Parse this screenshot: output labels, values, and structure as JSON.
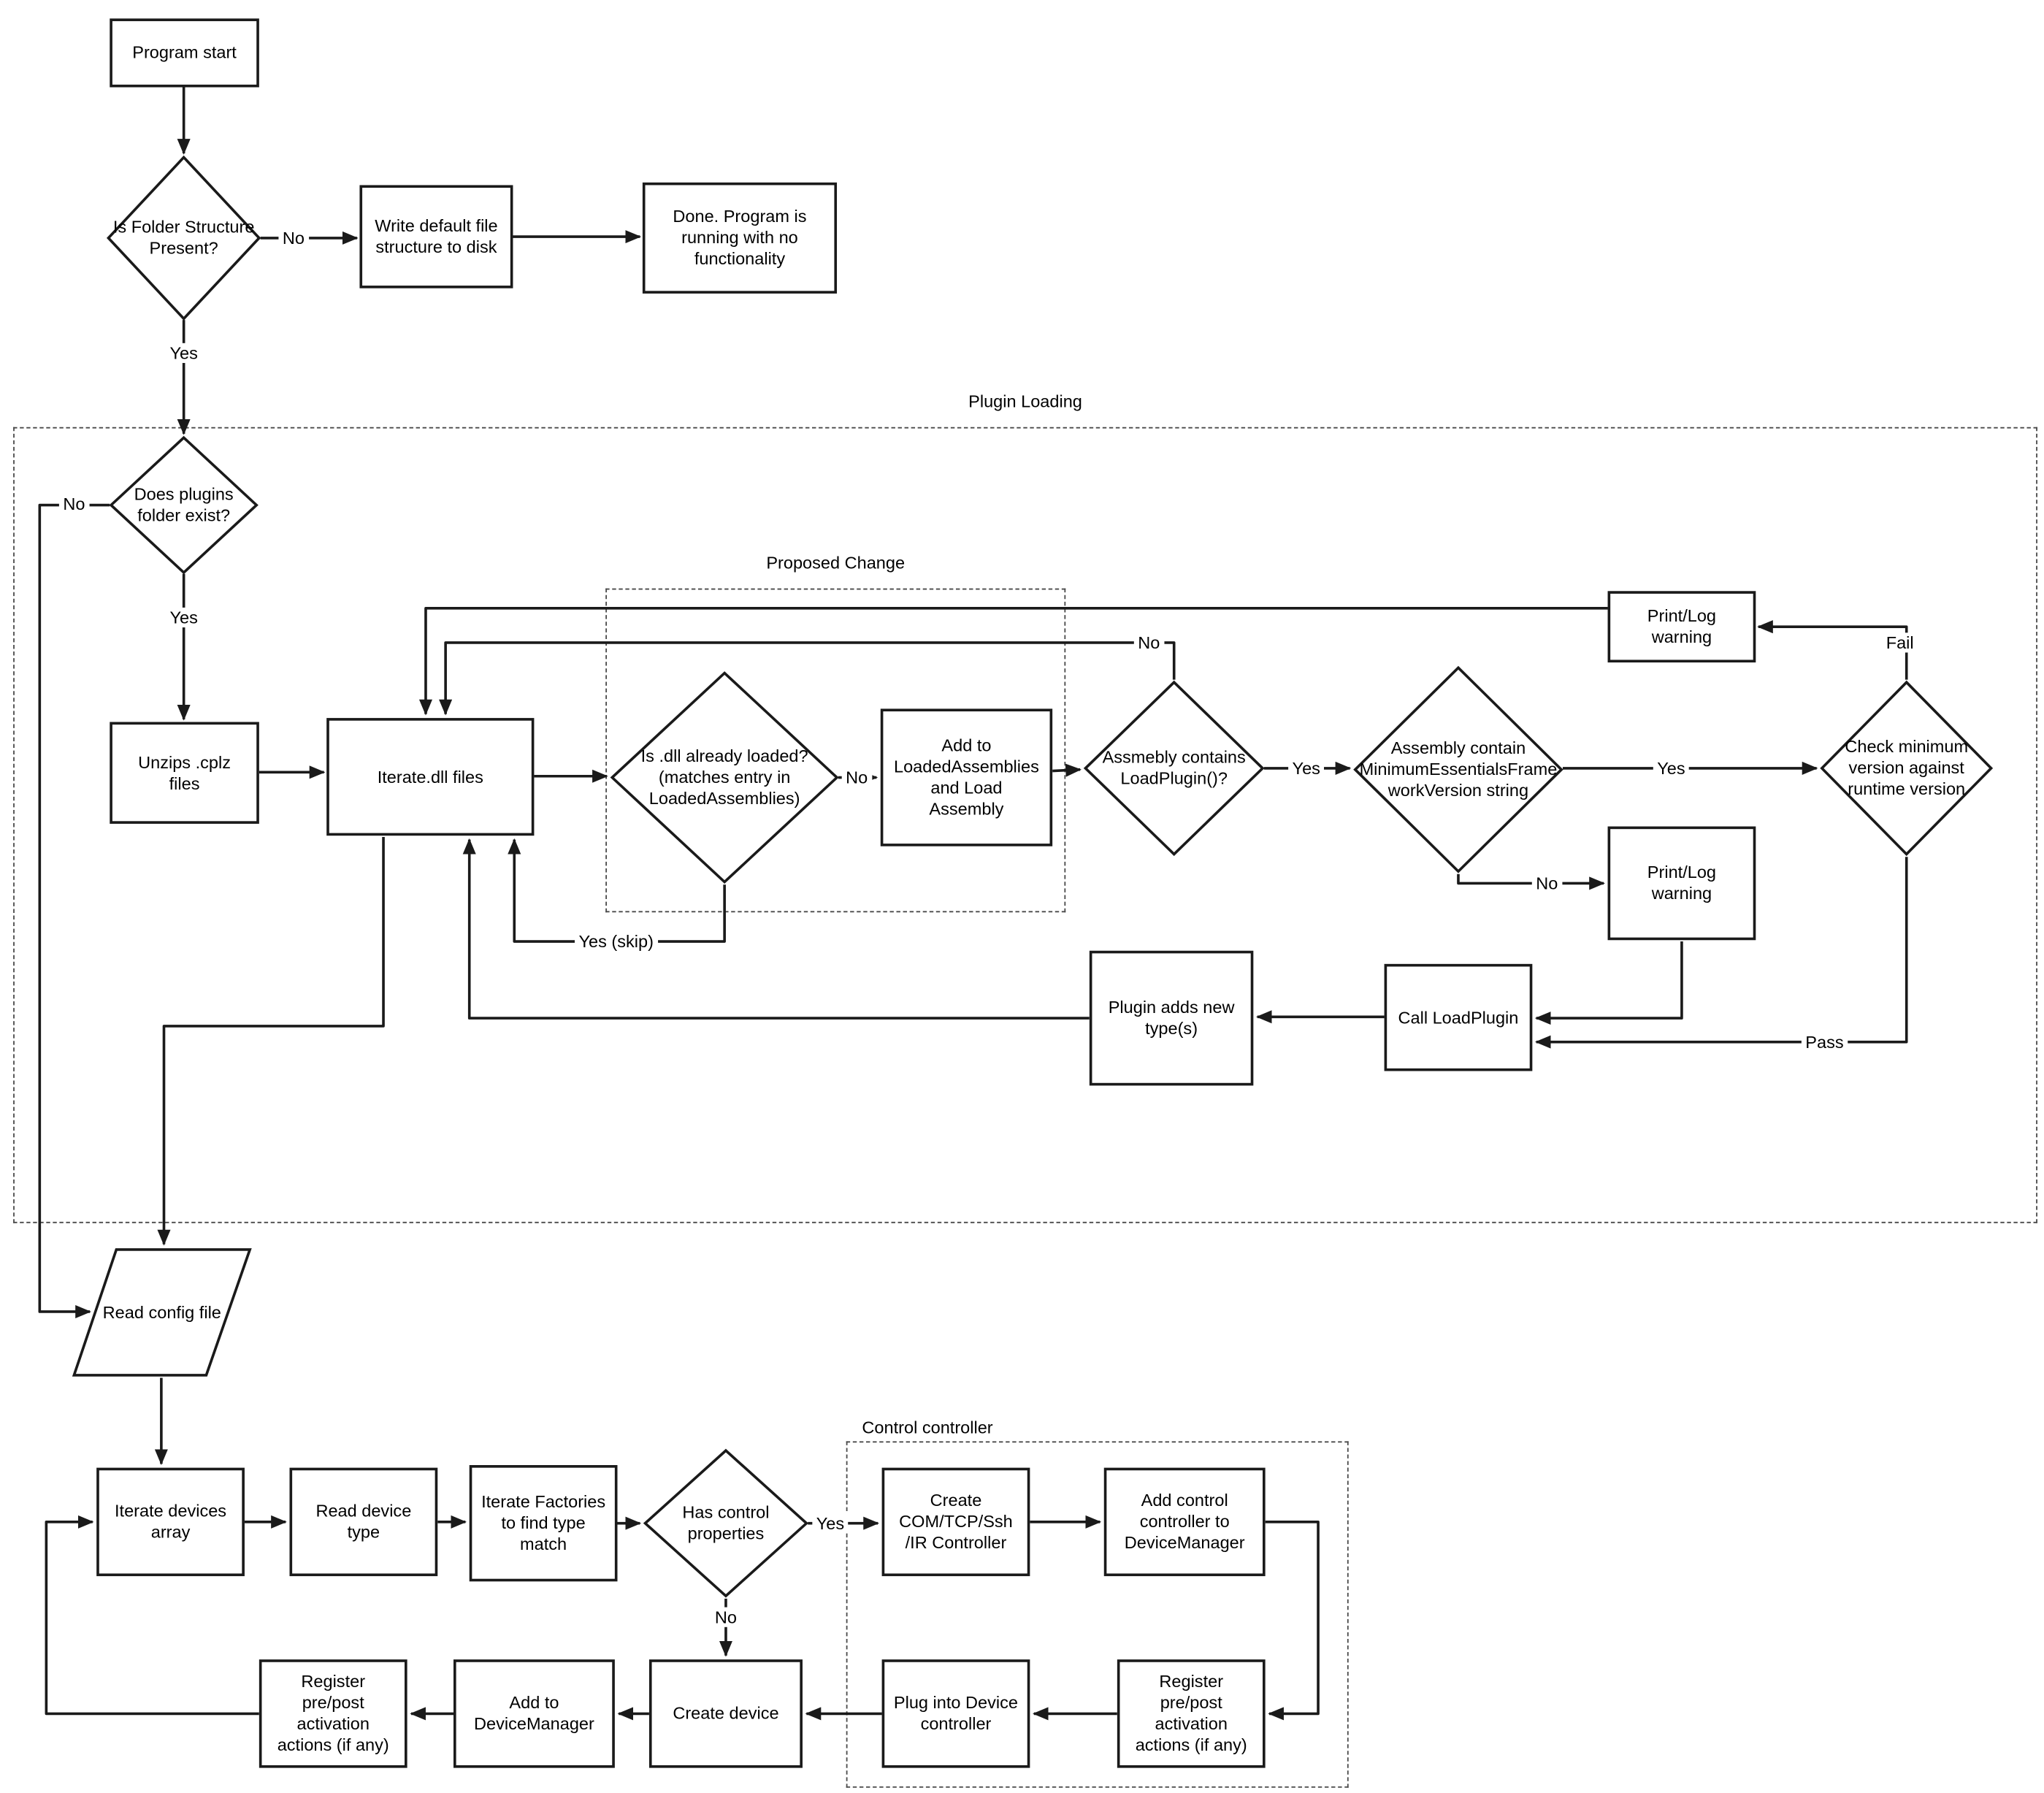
{
  "diagram": {
    "colors": {
      "stroke": "#1a1a1a",
      "background": "#ffffff"
    },
    "containers": {
      "plugin_loading": "Plugin Loading",
      "proposed_change": "Proposed Change",
      "control_controller": "Control controller"
    },
    "nodes": {
      "program_start": "Program start",
      "is_folder_structure": "Is Folder Structure Present?",
      "write_default": "Write default file structure to disk",
      "done": "Done.  Program is running with no functionality",
      "plugins_folder": "Does plugins folder exist?",
      "unzips": "Unzips .cplz files",
      "iterate_dll": "Iterate.dll files",
      "dll_loaded": "Is .dll already loaded? (matches entry in LoadedAssemblies)",
      "add_loaded": "Add to LoadedAssemblies and Load Assembly",
      "assembly_loadplugin": "Assmebly contains LoadPlugin()?",
      "assembly_minversion": "Assembly contain MinimumEssentialsFrameworkVersion string",
      "check_minversion": "Check minimum version against runtime version",
      "printlog_top": "Print/Log warning",
      "printlog_bottom": "Print/Log warning",
      "call_loadplugin": "Call LoadPlugin",
      "plugin_adds": "Plugin adds new type(s)",
      "read_config": "Read config file",
      "iterate_devices": "Iterate devices array",
      "read_device_type": "Read device type",
      "iterate_factories": "Iterate Factories to find type match",
      "has_control": "Has control properties",
      "create_controller": "Create COM/TCP/Ssh /IR Controller",
      "add_control_controller": "Add control controller to DeviceManager",
      "register_post_right": "Register pre/post activation actions (if any)",
      "plug_into": "Plug into Device controller",
      "create_device": "Create device",
      "add_devicemanager": "Add to DeviceManager",
      "register_post_left": "Register pre/post activation actions (if any)"
    },
    "edge_labels": {
      "no_folder": "No",
      "yes_folder": "Yes",
      "no_plugins": "No",
      "yes_plugins": "Yes",
      "no_dll_loaded": "No",
      "yes_skip": "Yes (skip)",
      "no_loadplugin": "No",
      "yes_loadplugin": "Yes",
      "yes_minversion": "Yes",
      "no_minversion": "No",
      "fail": "Fail",
      "pass": "Pass",
      "yes_control": "Yes",
      "no_control": "No"
    }
  }
}
